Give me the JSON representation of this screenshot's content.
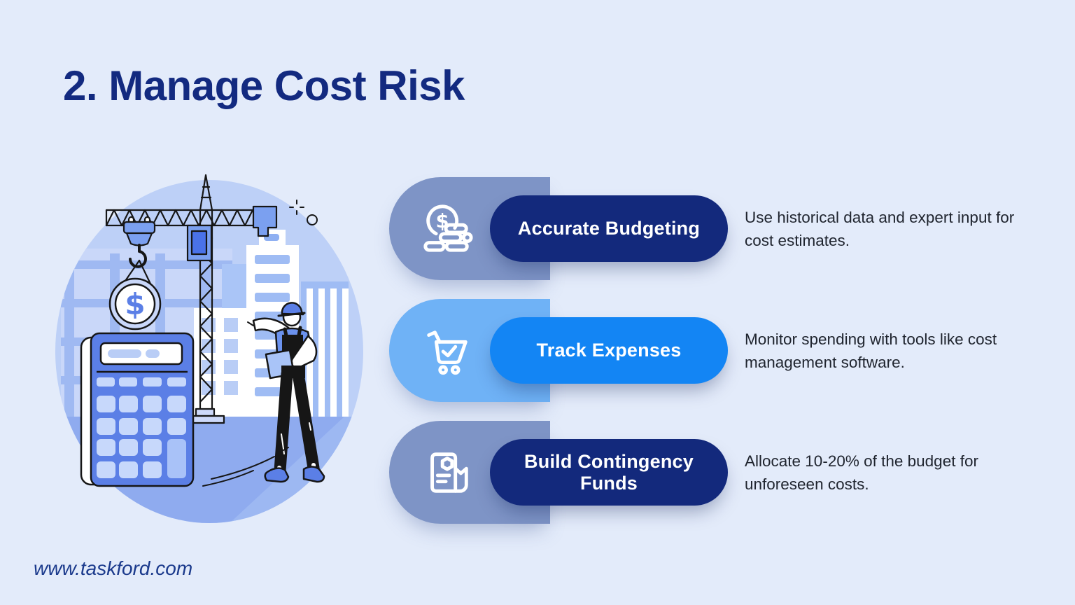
{
  "page": {
    "title": "2. Manage Cost Risk",
    "footer": "www.taskford.com",
    "background": "#e3ebfa"
  },
  "colors": {
    "title_navy": "#132a80",
    "outer_pill_gray_blue": "#7e94c6",
    "inner_pill_navy": "#13297c",
    "outer_pill_light_blue": "#6fb2f6",
    "inner_pill_bright_blue": "#1385f4",
    "pill_text": "#ffffff",
    "description_text": "#1f242e",
    "footer_navy": "#1b3a8c"
  },
  "items": [
    {
      "icon": "coins-budget-icon",
      "label": "Accurate Budgeting",
      "description": " Use historical data and expert input for cost estimates.",
      "outer_color": "#7e94c6",
      "inner_color": "#13297c"
    },
    {
      "icon": "cart-check-icon",
      "label": "Track Expenses",
      "description": "Monitor spending with tools like cost management software.",
      "outer_color": "#6fb2f6",
      "inner_color": "#1385f4"
    },
    {
      "icon": "contingency-invoice-icon",
      "label": "Build Contingency Funds",
      "description": "Allocate 10-20% of the budget for unforeseen costs.",
      "outer_color": "#7e94c6",
      "inner_color": "#13297c"
    }
  ],
  "illustration": {
    "coin_symbol": "$",
    "description": "Construction crane lowering a dollar coin beside a large calculator, city buildings and a worker with a clipboard pointing"
  }
}
